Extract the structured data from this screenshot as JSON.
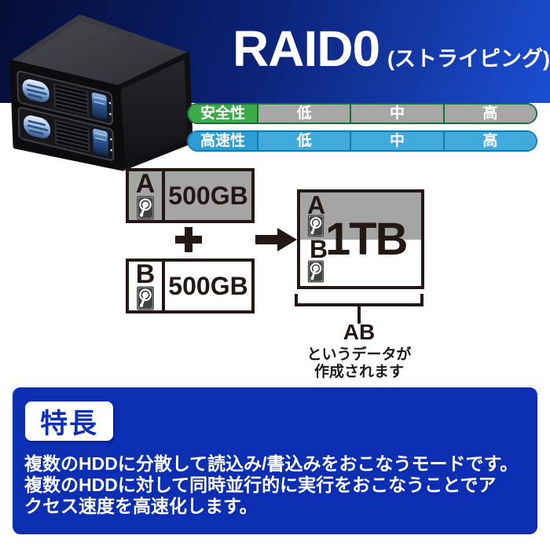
{
  "header": {
    "title": "RAID0",
    "subtitle": "(ストライピング)"
  },
  "ratings": {
    "safety": {
      "label": "安全性",
      "levels": [
        "低",
        "中",
        "高"
      ]
    },
    "speed": {
      "label": "高速性",
      "levels": [
        "低",
        "中",
        "高"
      ]
    }
  },
  "diagram": {
    "drive_a": {
      "letter": "A",
      "capacity": "500GB"
    },
    "drive_b": {
      "letter": "B",
      "capacity": "500GB"
    },
    "operator": "+",
    "result": {
      "letter_a": "A",
      "letter_b": "B",
      "capacity": "1TB"
    },
    "bracket_label": "AB",
    "caption_line1": "というデータが",
    "caption_line2": "作成されます"
  },
  "features": {
    "heading": "特長",
    "lines": [
      "複数のHDDに分散して読込み/書込みをおこなうモードです。",
      "複数のHDDに対して同時並行的に実行をおこなうことでア",
      "クセス速度を高速化します。"
    ]
  },
  "icons": {
    "hdd_icon": "hard-disk-drive",
    "plus_icon": "plus",
    "arrow_icon": "arrow-right",
    "enclosure_image": "2-bay-hdd-enclosure"
  },
  "colors": {
    "header_gradient_start": "#050d33",
    "header_gradient_end": "#1b4ed3",
    "safety_label_green": "#3bab4a",
    "safety_cell_gray": "#a7a7a7",
    "safety_border_green": "#186f35",
    "speed_label_blue": "#2d9ed4",
    "speed_cell_blue": "#41aadc",
    "speed_border_blue": "#1379ad",
    "feature_panel_blue": "#0b2eb2",
    "diagram_ink": "#231815",
    "diagram_gray": "#a5a5a5"
  }
}
